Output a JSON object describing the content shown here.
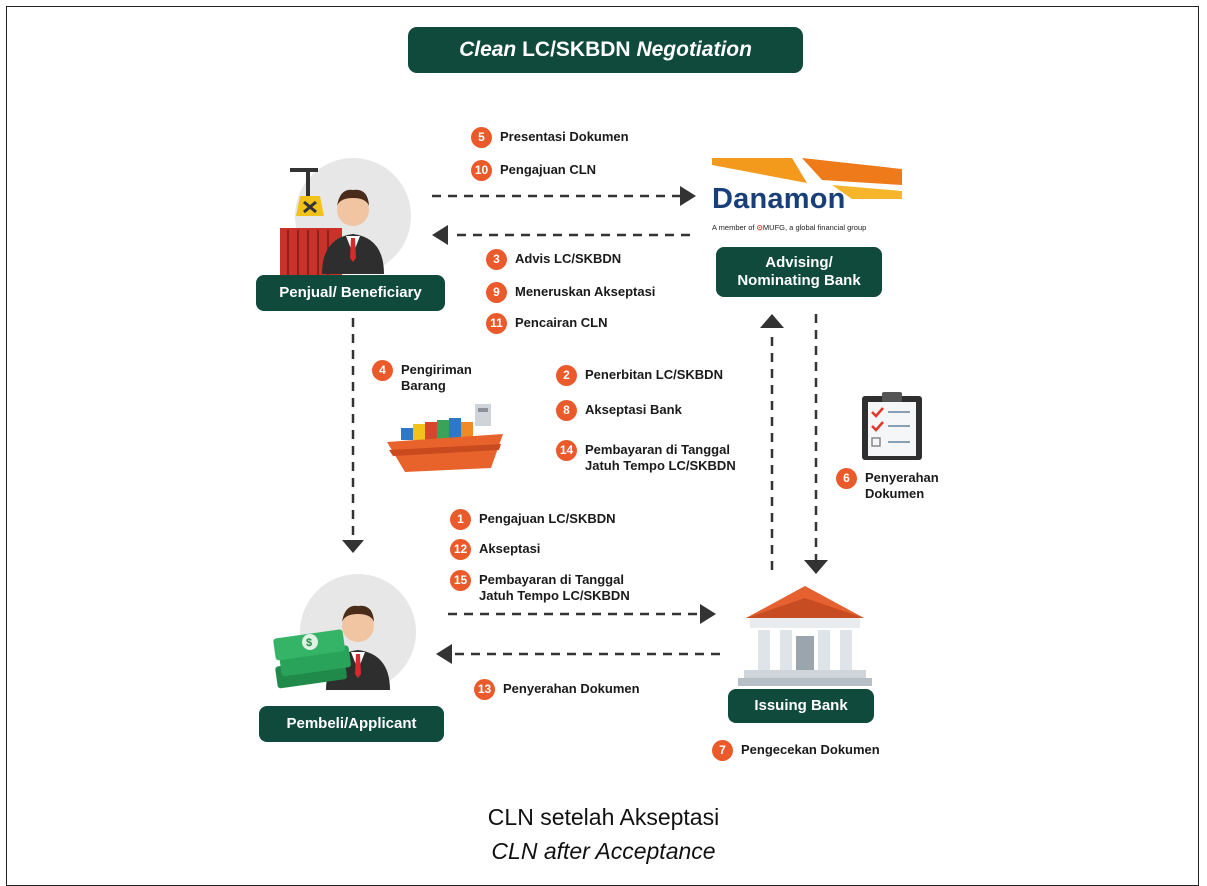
{
  "title": {
    "part1": "Clean",
    "part2": "LC/SKBDN",
    "part3": "Negotiation"
  },
  "actors": {
    "seller": "Penjual/ Beneficiary",
    "buyer": "Pembeli/Applicant",
    "advising": {
      "line1": "Advising/",
      "line2": "Nominating Bank"
    },
    "issuing": "Issuing Bank"
  },
  "logo": {
    "name": "Danamon",
    "tagline_pre": "A member of",
    "tagline_brand": "MUFG",
    "tagline_post": ", a global financial group"
  },
  "steps": {
    "s5": {
      "num": "5",
      "text": "Presentasi Dokumen"
    },
    "s10": {
      "num": "10",
      "text": "Pengajuan CLN"
    },
    "s3": {
      "num": "3",
      "text": "Advis LC/SKBDN"
    },
    "s9": {
      "num": "9",
      "text": "Meneruskan Akseptasi"
    },
    "s11": {
      "num": "11",
      "text": "Pencairan CLN"
    },
    "s4": {
      "num": "4",
      "line1": "Pengiriman",
      "line2": "Barang"
    },
    "s2": {
      "num": "2",
      "text": "Penerbitan LC/SKBDN"
    },
    "s8": {
      "num": "8",
      "text": "Akseptasi Bank"
    },
    "s14": {
      "num": "14",
      "line1": "Pembayaran di Tanggal",
      "line2": "Jatuh Tempo LC/SKBDN"
    },
    "s6": {
      "num": "6",
      "line1": "Penyerahan",
      "line2": "Dokumen"
    },
    "s1": {
      "num": "1",
      "text": "Pengajuan LC/SKBDN"
    },
    "s12": {
      "num": "12",
      "text": "Akseptasi"
    },
    "s15": {
      "num": "15",
      "line1": "Pembayaran di Tanggal",
      "line2": "Jatuh Tempo LC/SKBDN"
    },
    "s13": {
      "num": "13",
      "text": "Penyerahan Dokumen"
    },
    "s7": {
      "num": "7",
      "text": "Pengecekan Dokumen"
    }
  },
  "caption": {
    "line1": "CLN setelah Akseptasi",
    "line2": "CLN after Acceptance"
  },
  "colors": {
    "pill": "#0f4a3c",
    "badge": "#ea5a2b",
    "arrow": "#333333"
  }
}
